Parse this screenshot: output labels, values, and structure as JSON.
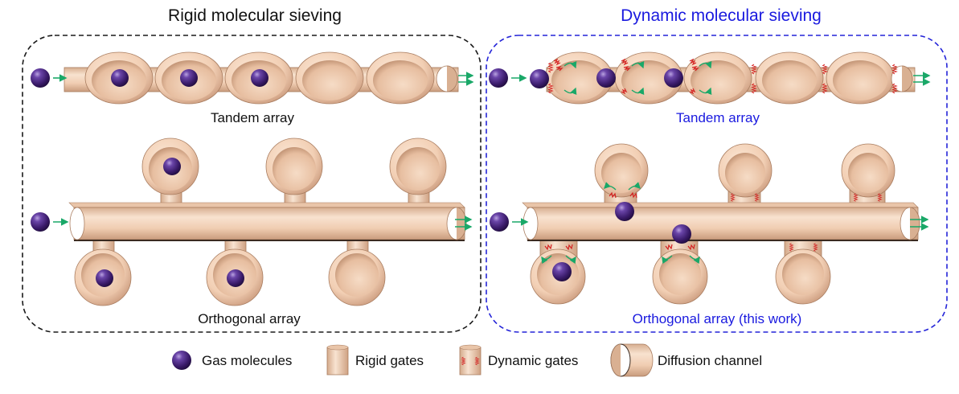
{
  "panels": {
    "left": {
      "title": "Rigid molecular sieving",
      "tandem_label": "Tandem array",
      "orthogonal_label": "Orthogonal array"
    },
    "right": {
      "title": "Dynamic molecular sieving",
      "tandem_label": "Tandem array",
      "orthogonal_label": "Orthogonal array (this work)"
    }
  },
  "legend": {
    "gas": "Gas molecules",
    "rigid": "Rigid gates",
    "dynamic": "Dynamic gates",
    "channel": "Diffusion channel"
  },
  "colors": {
    "left_title": "#111111",
    "right_title": "#1a1adf",
    "left_border": "#1a1a1a",
    "right_border": "#2424d8",
    "arrow": "#1aa868",
    "spring": "#d42020",
    "molecule": "#3d1f6e",
    "channel_fill": "#f3d2b8",
    "channel_dark": "#c99e80"
  }
}
